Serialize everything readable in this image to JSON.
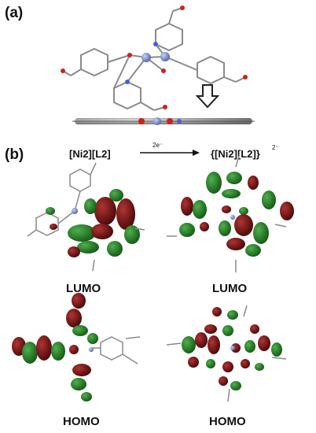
{
  "panel_a": {
    "label": "(a)"
  },
  "panel_b": {
    "label": "(b)",
    "reactant": "[Ni2][L2]",
    "electrons": "2e⁻",
    "product": "{[Ni2][L2]}",
    "product_charge": "2⁻"
  },
  "orbitals": {
    "left_lumo": "LUMO",
    "right_lumo": "LUMO",
    "left_homo": "HOMO",
    "right_homo": "HOMO"
  },
  "colors": {
    "lobe_green": "#1f7a1f",
    "lobe_red": "#7a0f0f",
    "atom_gray": "#8e8e8e",
    "atom_ni": "#7d8fc9",
    "atom_o": "#cc2222",
    "atom_n": "#4a5fd1"
  }
}
